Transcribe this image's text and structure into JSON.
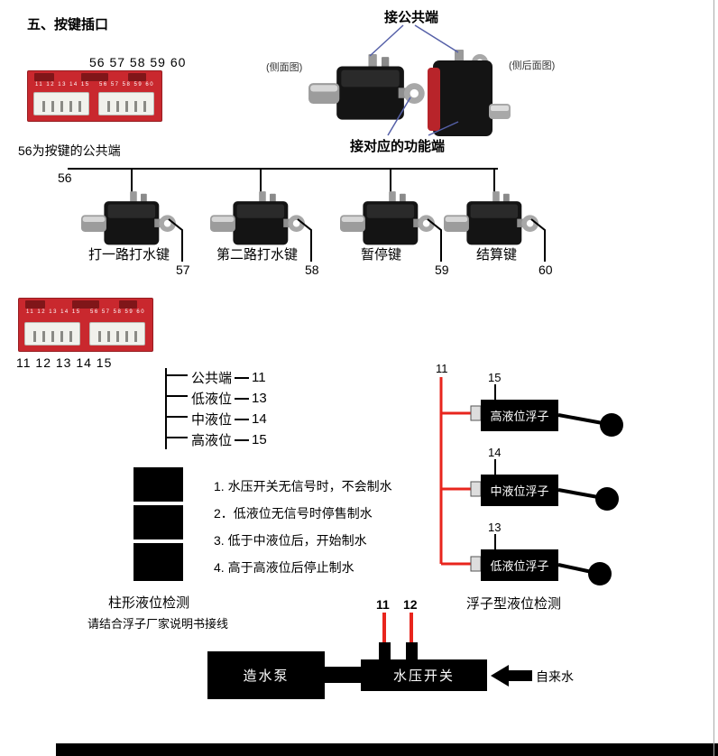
{
  "page": {
    "title": "五、按键插口"
  },
  "colors": {
    "wire_red": "#e8251d",
    "annotation_blue": "#5560a8",
    "pcb_red": "#c9282e"
  },
  "keys_section": {
    "pcb_top_numbers": "56 57 58 59 60",
    "pcb": {
      "left_pins": "11 12 13 14 15",
      "right_pins": "56 57 58 59 60"
    },
    "photo_labels": {
      "side": "(侧面图)",
      "side_rear": "(侧后面图)"
    },
    "common_terminal_label": "接公共端",
    "function_terminal_label": "接对应的功能端",
    "common_note": "56为按键的公共端",
    "bus_number": "56",
    "buttons": [
      {
        "label": "打一路打水键",
        "pin": "57"
      },
      {
        "label": "第二路打水键",
        "pin": "58"
      },
      {
        "label": "暂停键",
        "pin": "59"
      },
      {
        "label": "结算键",
        "pin": "60"
      }
    ]
  },
  "level_section": {
    "pcb_bottom_numbers": "11 12 13 14 15",
    "taps": [
      {
        "label": "公共端",
        "pin": "11"
      },
      {
        "label": "低液位",
        "pin": "13"
      },
      {
        "label": "中液位",
        "pin": "14"
      },
      {
        "label": "高液位",
        "pin": "15"
      }
    ],
    "column_caption": "柱形液位检测",
    "column_note": "请结合浮子厂家说明书接线",
    "rules": [
      "1. 水压开关无信号时，不会制水",
      "2．低液位无信号时停售制水",
      "3. 低于中液位后，开始制水",
      "4. 高于高液位后停止制水"
    ],
    "float": {
      "common_pin": "11",
      "items": [
        {
          "pin": "15",
          "label": "高液位浮子"
        },
        {
          "pin": "14",
          "label": "中液位浮子"
        },
        {
          "pin": "13",
          "label": "低液位浮子"
        }
      ],
      "caption": "浮子型液位检测"
    }
  },
  "pump_section": {
    "pins": [
      "11",
      "12"
    ],
    "pump_label": "造水泵",
    "pressure_switch_label": "水压开关",
    "inlet_label": "自来水"
  }
}
